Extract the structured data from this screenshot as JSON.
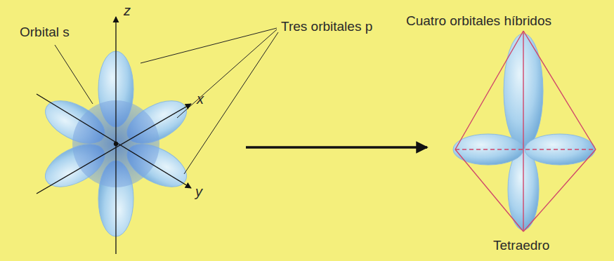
{
  "diagram": {
    "labels": [
      "Orbital s",
      "z",
      "x",
      "y",
      "Tres orbitales p",
      "Cuatro orbitales híbridos",
      "Tetraedro"
    ]
  }
}
